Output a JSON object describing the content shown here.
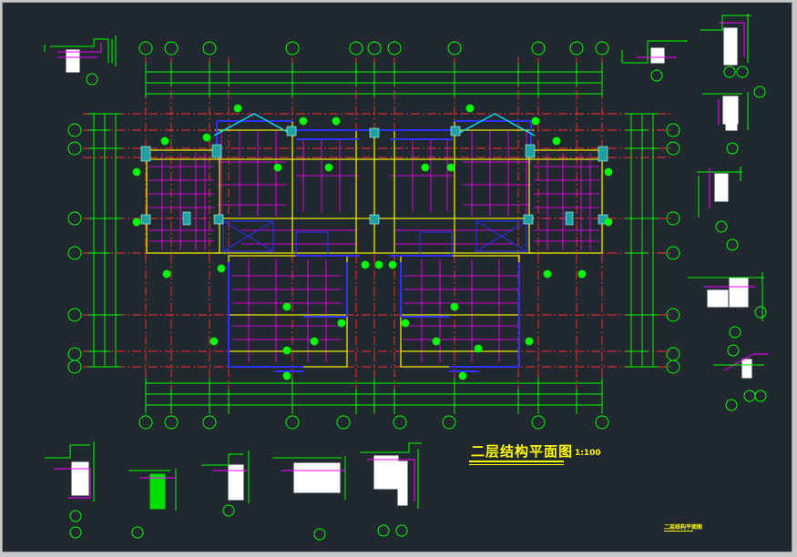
{
  "drawing": {
    "title": "二层结构平面图",
    "scale": "1:100",
    "stamp": "二层结构平面图"
  },
  "colors": {
    "background": "#212830",
    "grid_bubble": "#00ff00",
    "axis_line": "#ff0000",
    "beam": "#ffff00",
    "slab_rebar": "#ff00ff",
    "wall": "#0000ff",
    "dimension": "#00ff00",
    "roof": "#00ffff",
    "title": "#ffff00"
  }
}
